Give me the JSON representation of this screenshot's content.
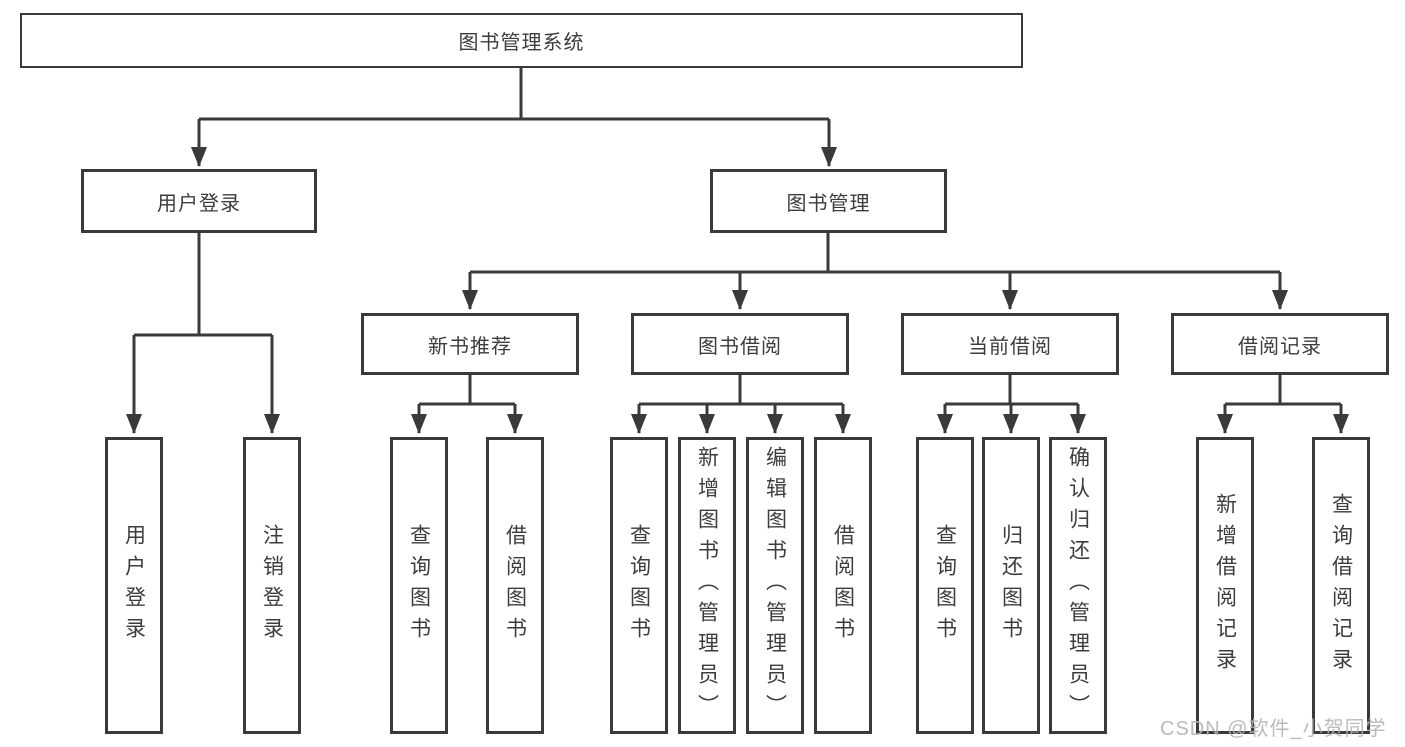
{
  "diagram": {
    "type": "tree",
    "root": {
      "label": "图书管理系统"
    },
    "level2": [
      {
        "label": "用户登录"
      },
      {
        "label": "图书管理"
      }
    ],
    "level3": [
      {
        "label": "新书推荐",
        "parent": "图书管理"
      },
      {
        "label": "图书借阅",
        "parent": "图书管理"
      },
      {
        "label": "当前借阅",
        "parent": "图书管理"
      },
      {
        "label": "借阅记录",
        "parent": "图书管理"
      }
    ],
    "leaves": [
      {
        "label": "用户登录",
        "parent": "用户登录"
      },
      {
        "label": "注销登录",
        "parent": "用户登录"
      },
      {
        "label": "查询图书",
        "parent": "新书推荐"
      },
      {
        "label": "借阅图书",
        "parent": "新书推荐"
      },
      {
        "label": "查询图书",
        "parent": "图书借阅"
      },
      {
        "label": "新增图书（管理员）",
        "parent": "图书借阅"
      },
      {
        "label": "编辑图书（管理员）",
        "parent": "图书借阅"
      },
      {
        "label": "借阅图书",
        "parent": "图书借阅"
      },
      {
        "label": "查询图书",
        "parent": "当前借阅"
      },
      {
        "label": "归还图书",
        "parent": "当前借阅"
      },
      {
        "label": "确认归还（管理员）",
        "parent": "当前借阅"
      },
      {
        "label": "新增借阅记录",
        "parent": "借阅记录"
      },
      {
        "label": "查询借阅记录",
        "parent": "借阅记录"
      }
    ],
    "edges": [
      {
        "from": "图书管理系统",
        "to": [
          "用户登录",
          "图书管理"
        ]
      },
      {
        "from": "用户登录",
        "to": [
          "用户登录",
          "注销登录"
        ]
      },
      {
        "from": "图书管理",
        "to": [
          "新书推荐",
          "图书借阅",
          "当前借阅",
          "借阅记录"
        ]
      },
      {
        "from": "新书推荐",
        "to": [
          "查询图书",
          "借阅图书"
        ]
      },
      {
        "from": "图书借阅",
        "to": [
          "查询图书",
          "新增图书（管理员）",
          "编辑图书（管理员）",
          "借阅图书"
        ]
      },
      {
        "from": "当前借阅",
        "to": [
          "查询图书",
          "归还图书",
          "确认归还（管理员）"
        ]
      },
      {
        "from": "借阅记录",
        "to": [
          "新增借阅记录",
          "查询借阅记录"
        ]
      }
    ]
  },
  "watermark": "CSDN @软件_小贺同学",
  "colors": {
    "line": "#3a3a3a",
    "box_border": "#3a3a3a",
    "box_fill": "#ffffff",
    "text": "#3d3d3d",
    "watermark": "#b4b4b4",
    "background": "#ffffff"
  }
}
